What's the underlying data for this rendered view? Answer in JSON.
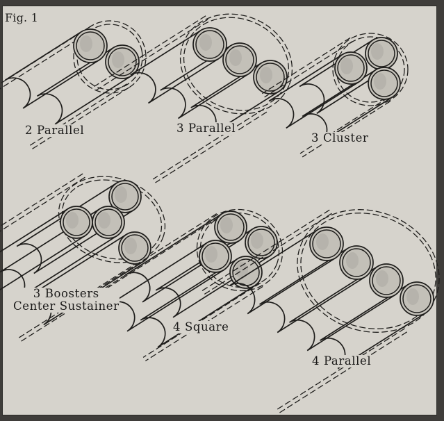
{
  "figure_label": "Fig. 1",
  "configurations": [
    {
      "id": "2-parallel",
      "label_lines": [
        "2 Parallel"
      ]
    },
    {
      "id": "3-parallel",
      "label_lines": [
        "3 Parallel"
      ]
    },
    {
      "id": "3-cluster",
      "label_lines": [
        "3 Cluster"
      ]
    },
    {
      "id": "3-boosters",
      "label_lines": [
        "3 Boosters",
        "Center Sustainer"
      ]
    },
    {
      "id": "4-square",
      "label_lines": [
        "4 Square"
      ]
    },
    {
      "id": "4-parallel",
      "label_lines": [
        "4 Parallel"
      ]
    }
  ]
}
